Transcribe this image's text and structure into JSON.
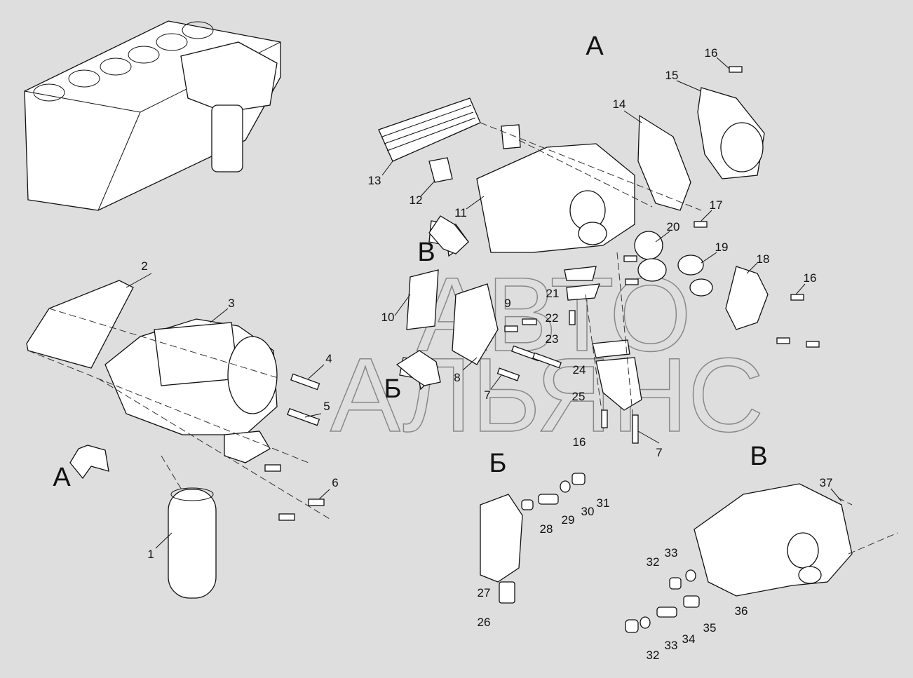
{
  "watermark": {
    "line1": "АВТО",
    "line2": "АЛЬЯНС"
  },
  "views": {
    "a_main": "A",
    "a_arrow": "A",
    "b_main": "Б",
    "b_arrow": "Б",
    "v_main": "В",
    "v_arrow": "В"
  },
  "callouts": [
    "16",
    "15",
    "14",
    "13",
    "12",
    "11",
    "17",
    "20",
    "19",
    "18",
    "16",
    "21",
    "22",
    "23",
    "24",
    "25",
    "16",
    "7",
    "10",
    "9",
    "8",
    "7",
    "2",
    "3",
    "4",
    "5",
    "6",
    "1",
    "31",
    "30",
    "29",
    "28",
    "27",
    "26",
    "37",
    "32",
    "33",
    "36",
    "35",
    "34",
    "33",
    "32"
  ]
}
